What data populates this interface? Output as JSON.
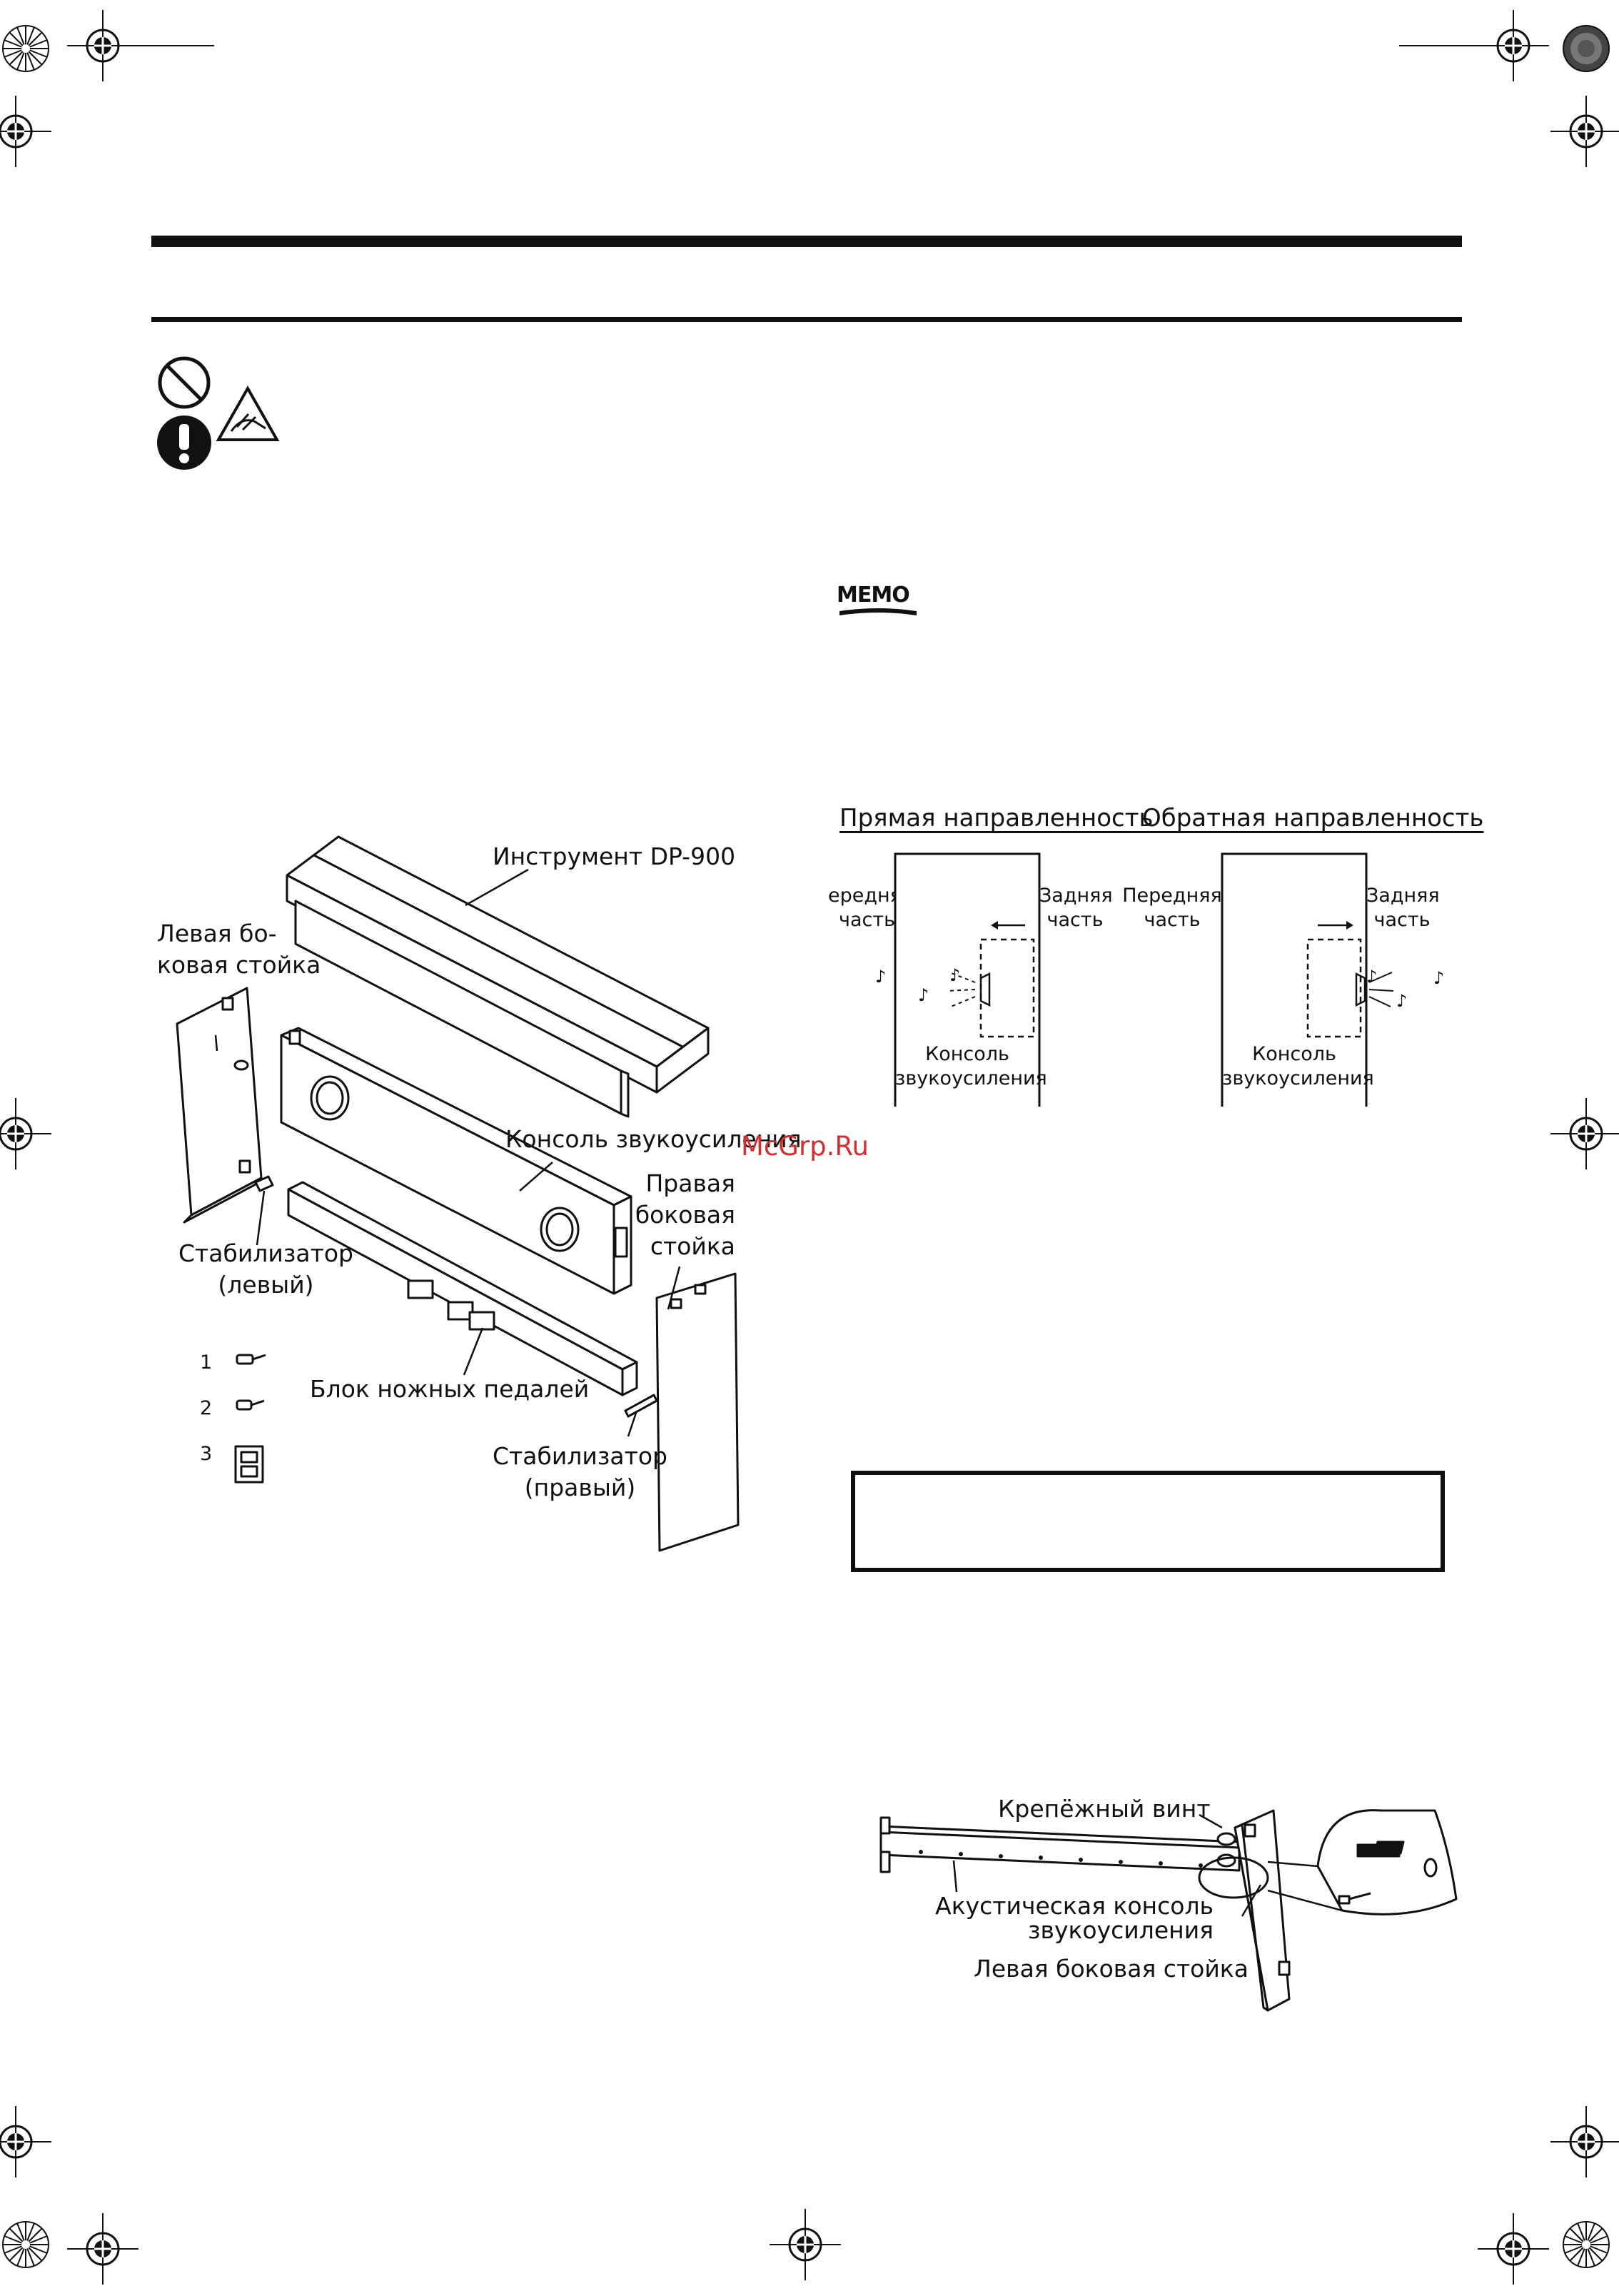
{
  "watermark": "McGrp.Ru",
  "memo_label": "MEMO",
  "exploded_view": {
    "instrument": "Инструмент DP-900",
    "left_side_panel": [
      "Левая бо-",
      "ковая стойка"
    ],
    "speaker_console": "Консоль звукоусиления",
    "right_side_panel": [
      "Правая",
      "боковая",
      "стойка"
    ],
    "stabilizer_left": [
      "Стабилизатор",
      "(левый)"
    ],
    "pedal_unit": "Блок ножных педалей",
    "stabilizer_right": [
      "Стабилизатор",
      "(правый)"
    ],
    "parts": [
      "1",
      "2",
      "3"
    ]
  },
  "direction_diagram": {
    "forward": {
      "title": "Прямая направленность",
      "front": [
        "ередняя",
        "часть"
      ],
      "back": [
        "Задняя",
        "часть"
      ],
      "console": [
        "Консоль",
        "звукоусиления"
      ]
    },
    "reverse": {
      "title": "Обратная направленность",
      "front": [
        "Передняя",
        "часть"
      ],
      "back": [
        "Задняя",
        "часть"
      ],
      "console": [
        "Консоль",
        "звукоусиления"
      ]
    }
  },
  "assembly_view": {
    "screw": "Крепёжный винт",
    "acoustic_console": [
      "Акустическая консоль",
      "звукоусиления"
    ],
    "left_panel": "Левая боковая стойка"
  }
}
